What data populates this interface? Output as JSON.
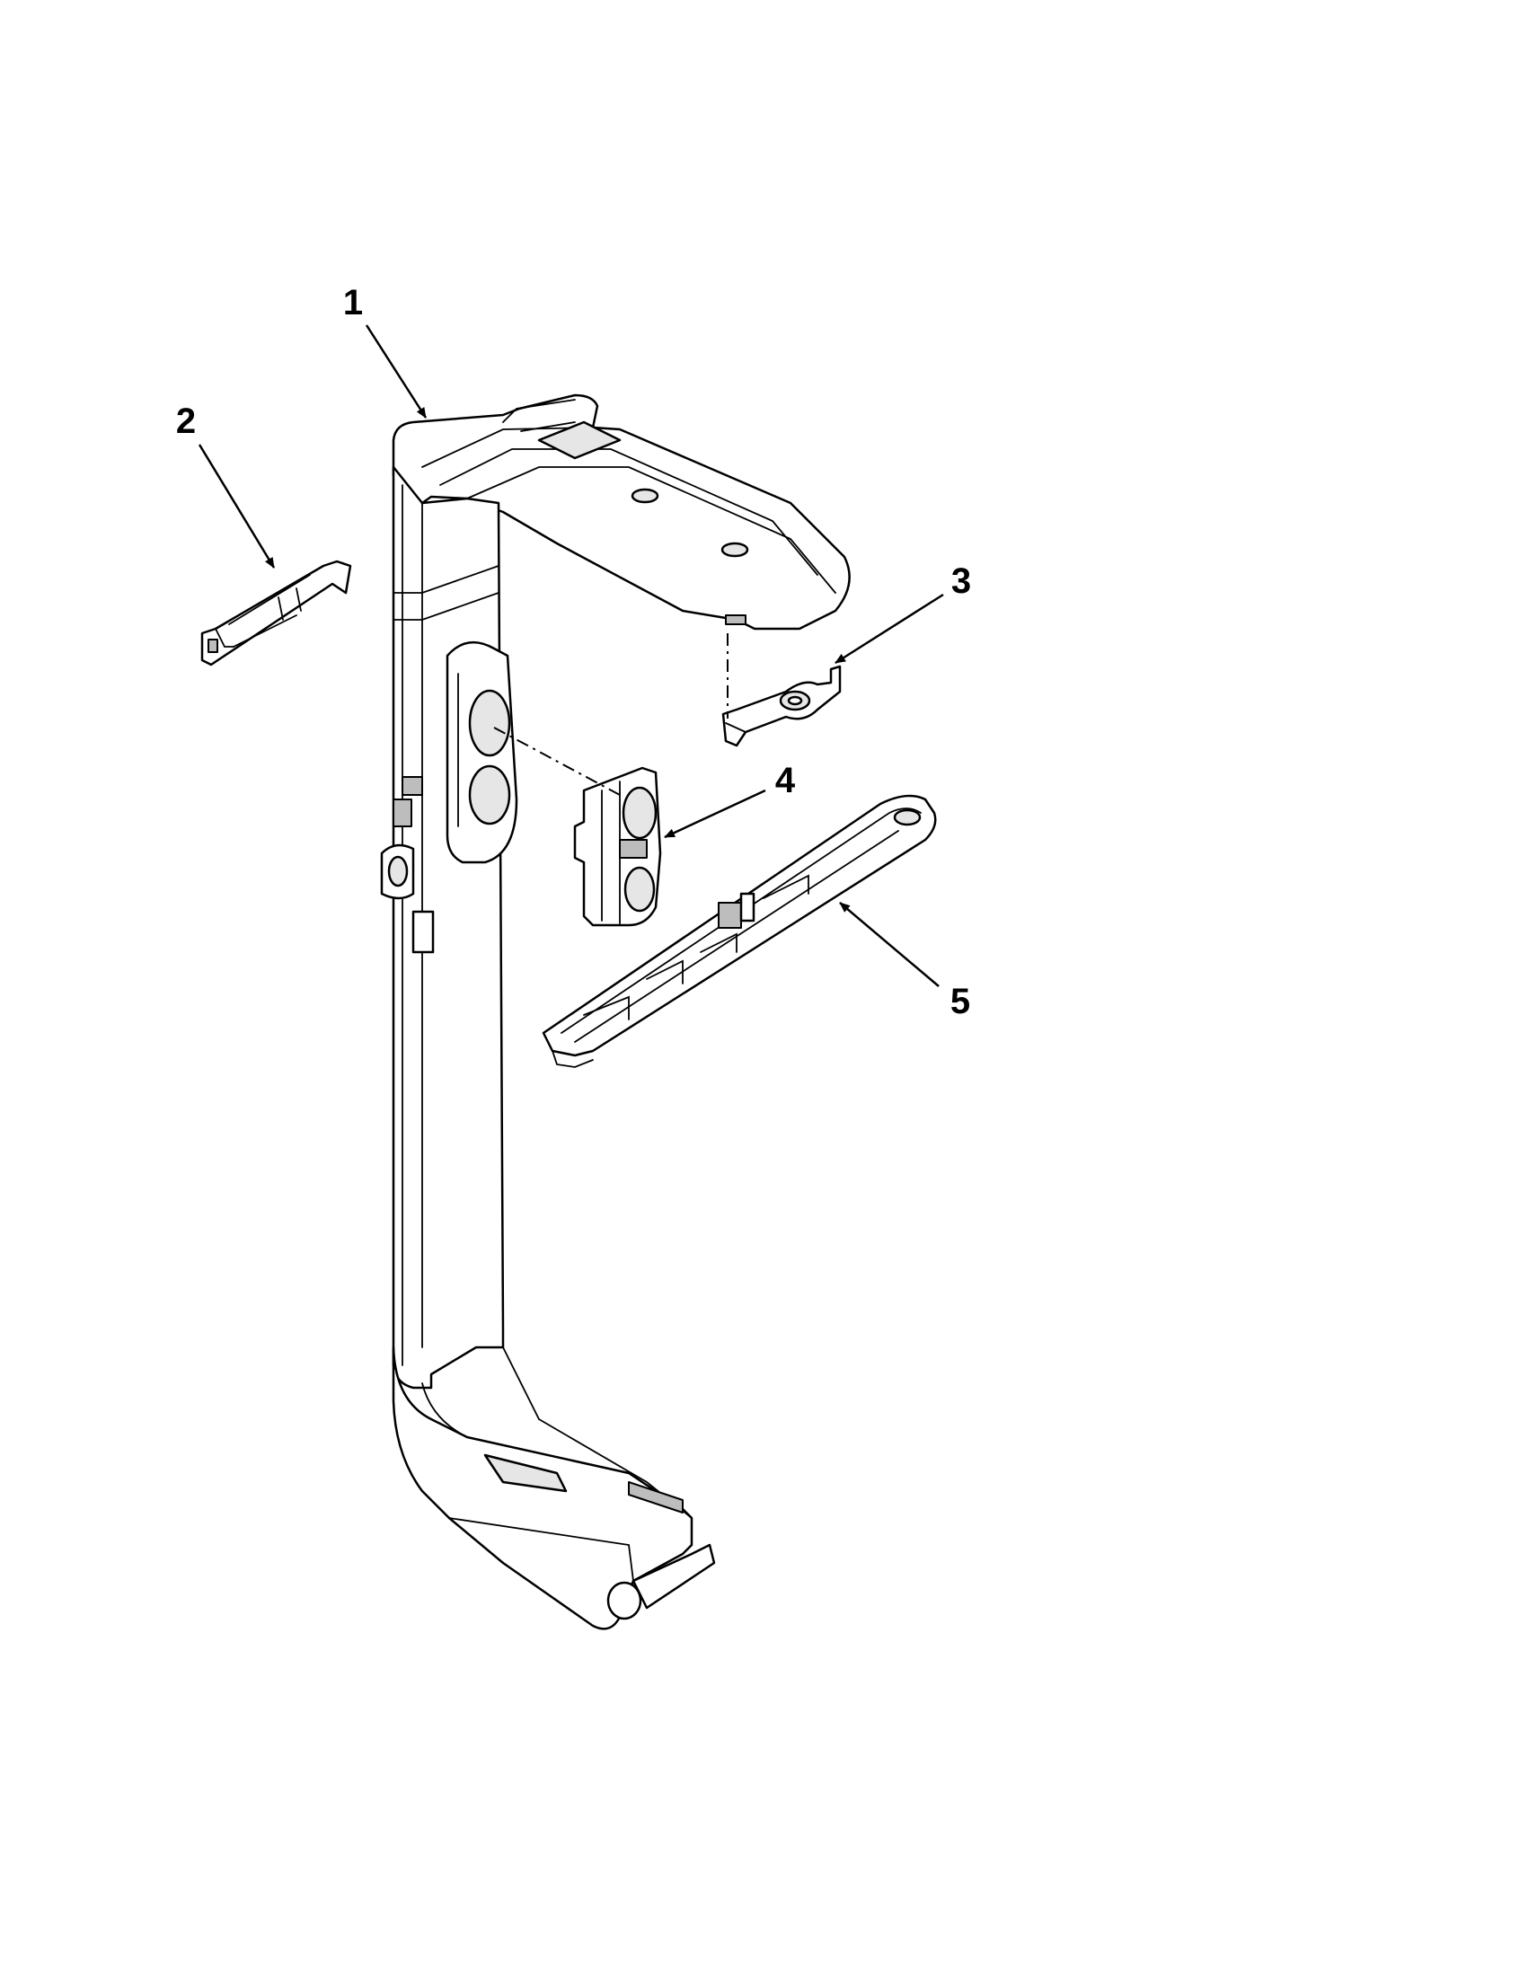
{
  "callouts": [
    {
      "id": "1",
      "label": "1"
    },
    {
      "id": "2",
      "label": "2"
    },
    {
      "id": "3",
      "label": "3"
    },
    {
      "id": "4",
      "label": "4"
    },
    {
      "id": "5",
      "label": "5"
    }
  ],
  "colors": {
    "line": "#000000",
    "fill": "#ffffff",
    "shade": "#e6e6e6"
  }
}
